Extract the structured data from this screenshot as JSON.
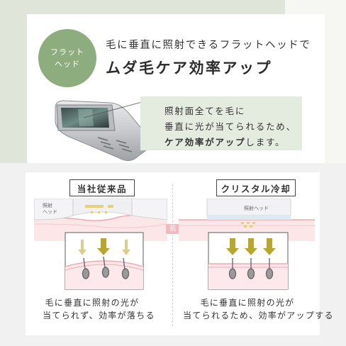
{
  "badge": {
    "line1": "フラット",
    "line2": "ヘッド"
  },
  "headline": {
    "line1": "毛に垂直に照射できるフラットヘッドで",
    "line2": "ムダ毛ケア効率アップ"
  },
  "description": {
    "line1": "照射面全てを毛に",
    "line2": "垂直に光が当てられるため、",
    "line3_bold": "ケア効率がアップ",
    "line3_rest": "します。"
  },
  "comparison": {
    "skin_label": "肌",
    "left": {
      "title": "当社従来品",
      "head_label_line1": "照射",
      "head_label_line2": "ヘッド",
      "caption_line1": "毛に垂直に照射の光が",
      "caption_line2": "当てられず、効率が落ちる"
    },
    "right": {
      "title": "クリスタル冷却",
      "head_label": "照射ヘッド",
      "caption_line1": "毛に垂直に照射の光が",
      "caption_line2": "当てられるため、効率がアップする"
    }
  },
  "colors": {
    "sage": "#8ead7e",
    "pale_green": "#dfe6d9",
    "skin_pink": "#f3b9c0",
    "light_gold": "#e8cf7a",
    "arrow_gold": "#c9b43c"
  }
}
